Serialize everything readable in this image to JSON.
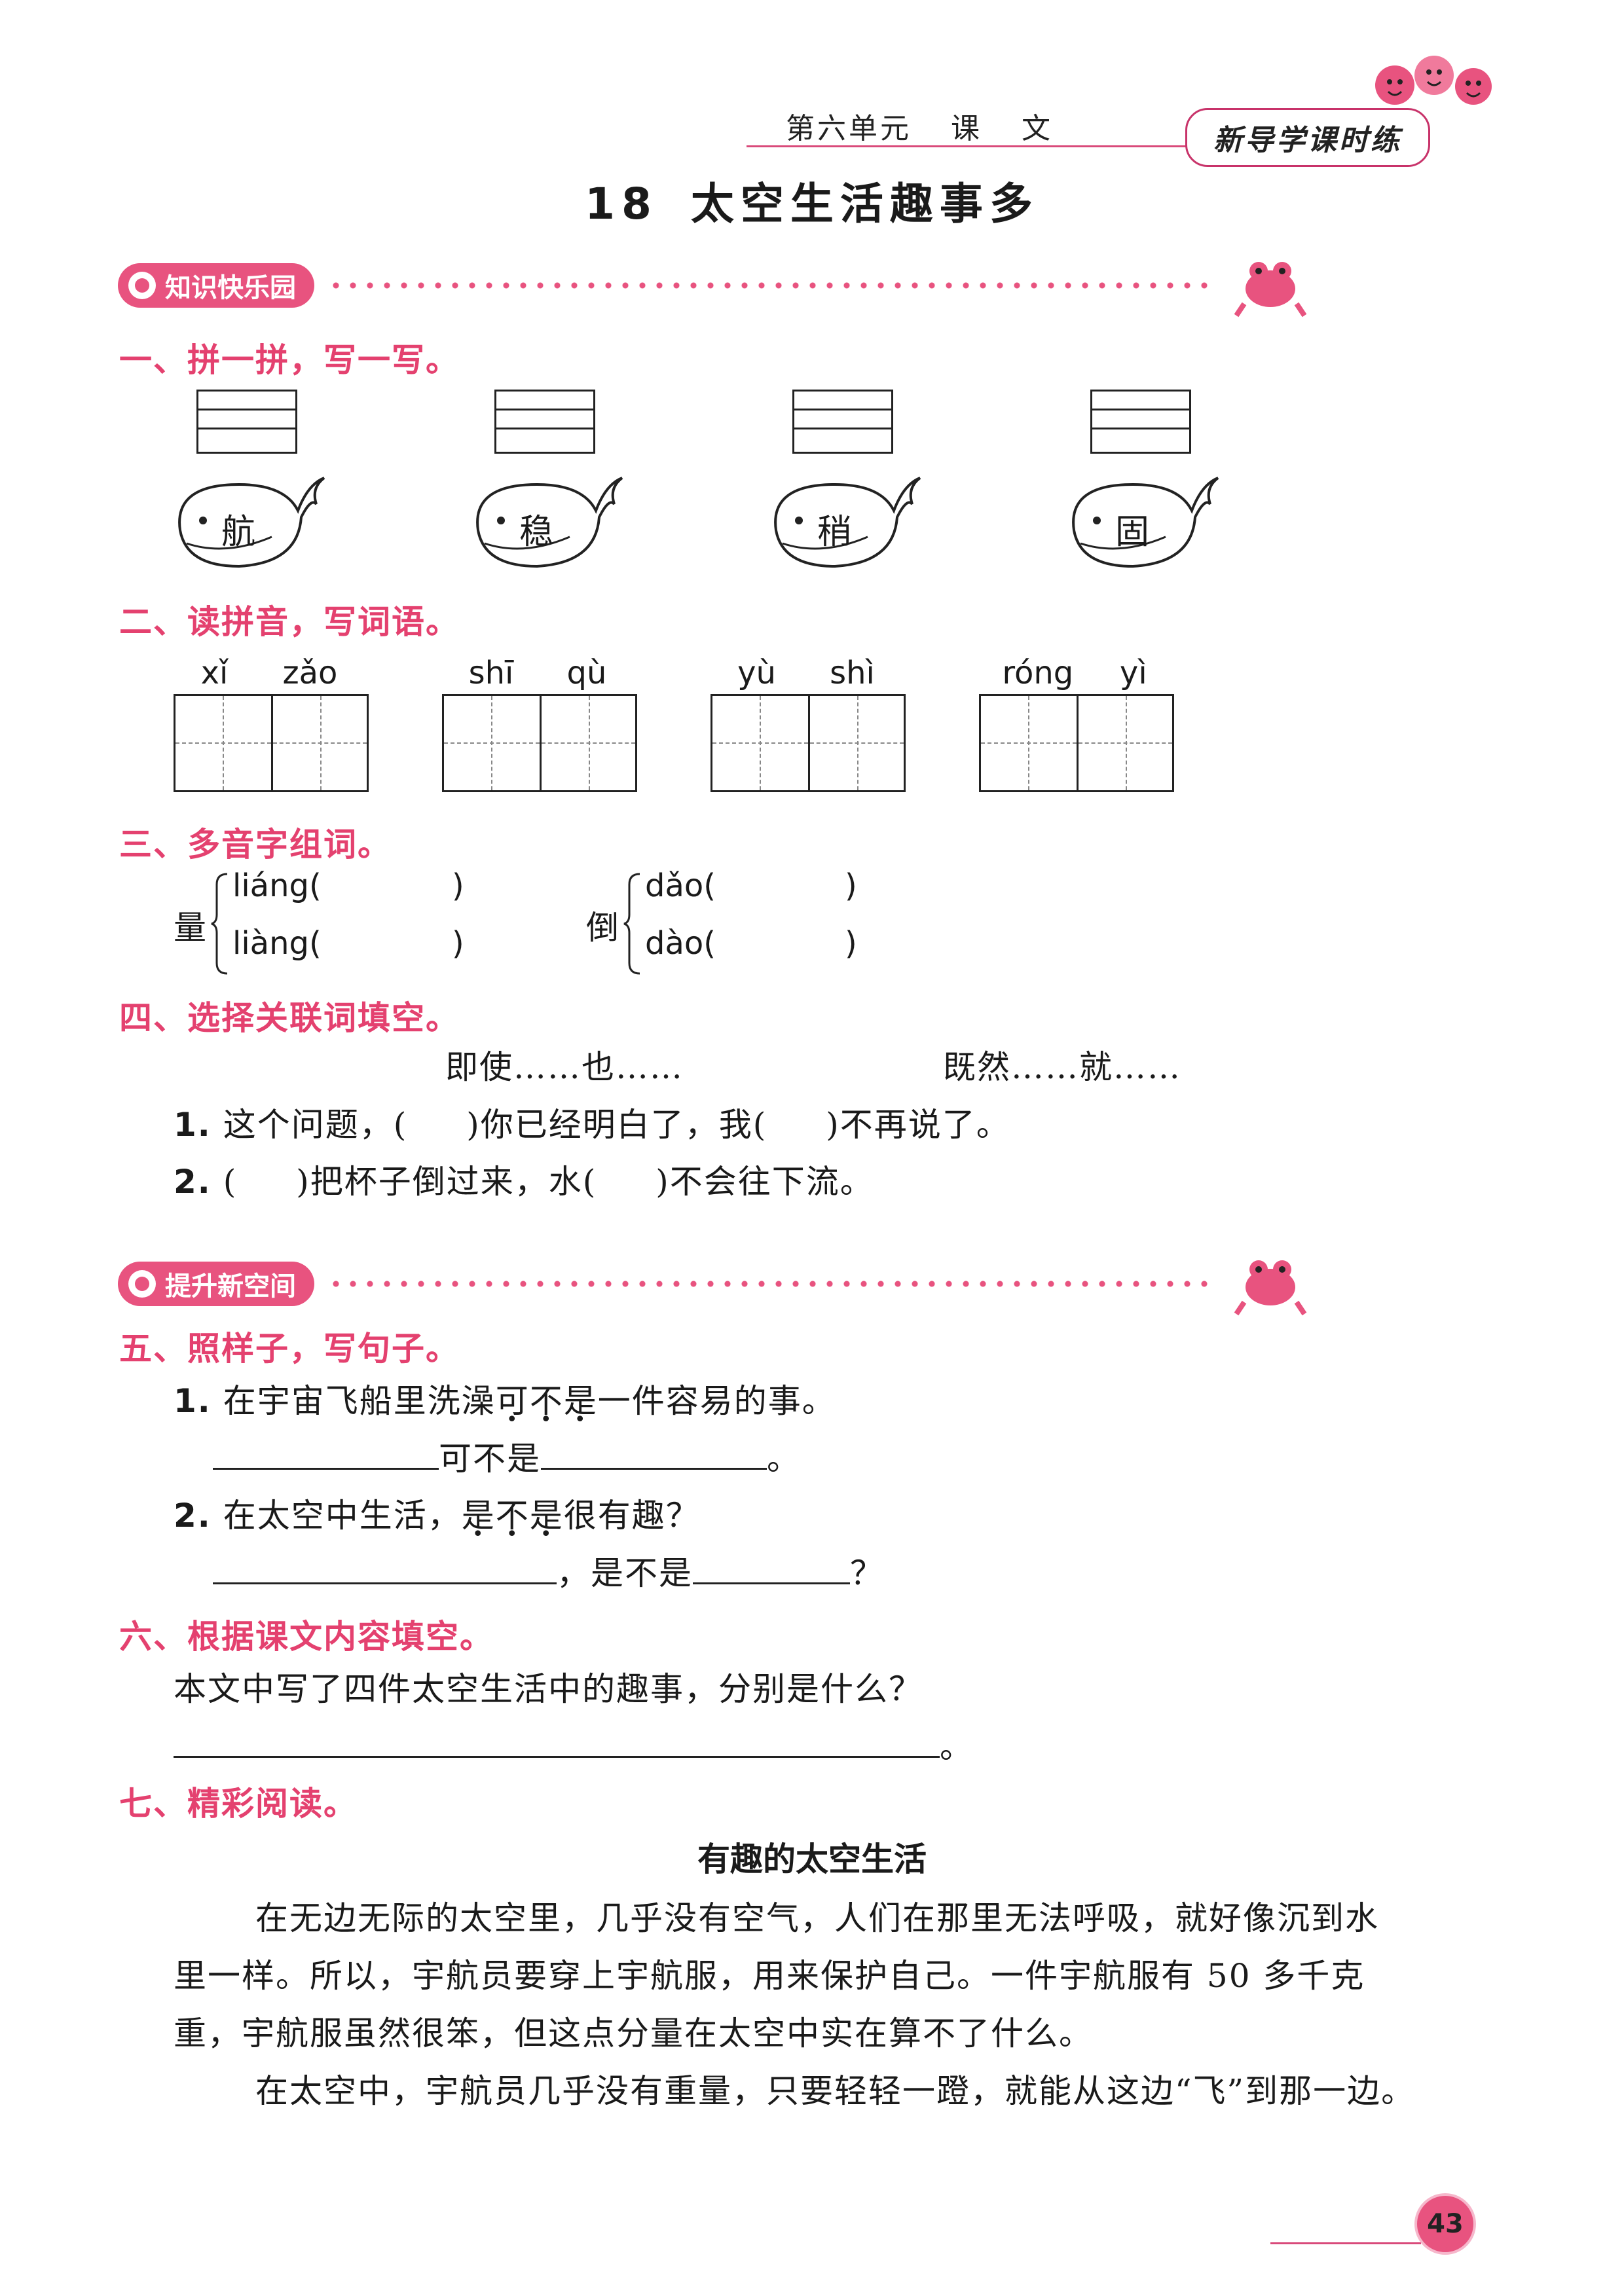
{
  "header": {
    "unit": "第六单元",
    "subject_1": "课",
    "subject_2": "文",
    "brand": "新导学课时练"
  },
  "lesson": {
    "number": "18",
    "title": "太空生活趣事多"
  },
  "banners": {
    "knowledge": "知识快乐园",
    "advance": "提升新空间"
  },
  "q1": {
    "heading": "一、拼一拼，写一写。",
    "chars": [
      "航",
      "稳",
      "稍",
      "固"
    ]
  },
  "q2": {
    "heading": "二、读拼音，写词语。",
    "items": [
      {
        "p1": "xǐ",
        "p2": "zǎo"
      },
      {
        "p1": "shī",
        "p2": "qù"
      },
      {
        "p1": "yù",
        "p2": "shì"
      },
      {
        "p1": "róng",
        "p2": "yì"
      }
    ]
  },
  "q3": {
    "heading": "三、多音字组词。",
    "groups": [
      {
        "char": "量",
        "r1": "liáng(",
        "r2": "liàng(",
        "close": ")"
      },
      {
        "char": "倒",
        "r1": "dǎo(",
        "r2": "dào(",
        "close": ")"
      }
    ]
  },
  "q4": {
    "heading": "四、选择关联词填空。",
    "opt1": "即使……也……",
    "opt2": "既然……就……",
    "s1_num": "1.",
    "s1_a": "这个问题，(",
    "s1_b": ")你已经明白了，我(",
    "s1_c": ")不再说了。",
    "s2_num": "2.",
    "s2_a": "(",
    "s2_b": ")把杯子倒过来，水(",
    "s2_c": ")不会往下流。"
  },
  "q5": {
    "heading": "五、照样子，写句子。",
    "s1_num": "1.",
    "s1_pre": "在宇宙飞船里洗澡",
    "s1_e1": "可",
    "s1_e2": "不",
    "s1_e3": "是",
    "s1_post": "一件容易的事。",
    "s1_fill": "可不是",
    "s1_end": "。",
    "s2_num": "2.",
    "s2_pre": "在太空中生活，",
    "s2_e1": "是",
    "s2_e2": "不",
    "s2_e3": "是",
    "s2_post": "很有趣？",
    "s2_fill": "，是不是",
    "s2_end": "？"
  },
  "q6": {
    "heading": "六、根据课文内容填空。",
    "prompt": "本文中写了四件太空生活中的趣事，分别是什么？",
    "end": "。"
  },
  "q7": {
    "heading": "七、精彩阅读。",
    "title": "有趣的太空生活",
    "p1_l1": "在无边无际的太空里，几乎没有空气，人们在那里无法呼吸，就好像沉到水",
    "p1_l2": "里一样。所以，宇航员要穿上宇航服，用来保护自己。一件宇航服有 50 多千克",
    "p1_l3": "重，宇航服虽然很笨，但这点分量在太空中实在算不了什么。",
    "p2_l1": "在太空中，宇航员几乎没有重量，只要轻轻一蹬，就能从这边“飞”到那一边。"
  },
  "page_number": "43",
  "colors": {
    "accent": "#e4416f",
    "banner": "#e8537f"
  }
}
